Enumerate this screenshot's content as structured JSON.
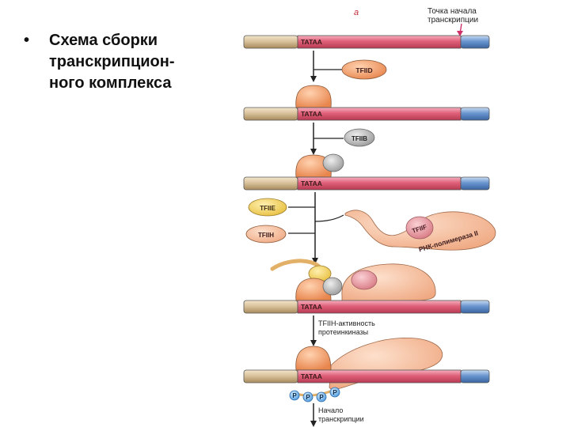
{
  "slide": {
    "bullet_char": "•",
    "bullet_lines": [
      "Схема сборки",
      "транскрипцион-",
      "ного комплекса"
    ]
  },
  "figure": {
    "panel_letter": "a",
    "tss_label_lines": [
      "Точка начала",
      "транскрипции"
    ],
    "tata_label": "TATAA",
    "factors": {
      "tfiid": "TFIID",
      "tfiib": "TFIIB",
      "tfiie": "TFIIE",
      "tfiih": "TFIIH",
      "tfiif": "TFIIF",
      "polymerase": "РНК-полимераза II"
    },
    "kinase_label_lines": [
      "TFIIH-активность",
      "протеинкиназы"
    ],
    "phospho_label": "P",
    "start_label_lines": [
      "Начало",
      "транскрипции"
    ]
  },
  "colors": {
    "dna_tan": "#d9c29c",
    "dna_red": "#e0607a",
    "dna_blue": "#6a96d0",
    "tbp_orange": "#f0a070",
    "tfiib_gray": "#b8b8b8",
    "tfiie_yellow": "#f2d35e",
    "tfiih_peach": "#f0b890",
    "pol_peach": "#f5c2a2",
    "tfiif_pink": "#e89aa0",
    "phospho_blue": "#6ab0e8",
    "arrow": "#222222"
  }
}
